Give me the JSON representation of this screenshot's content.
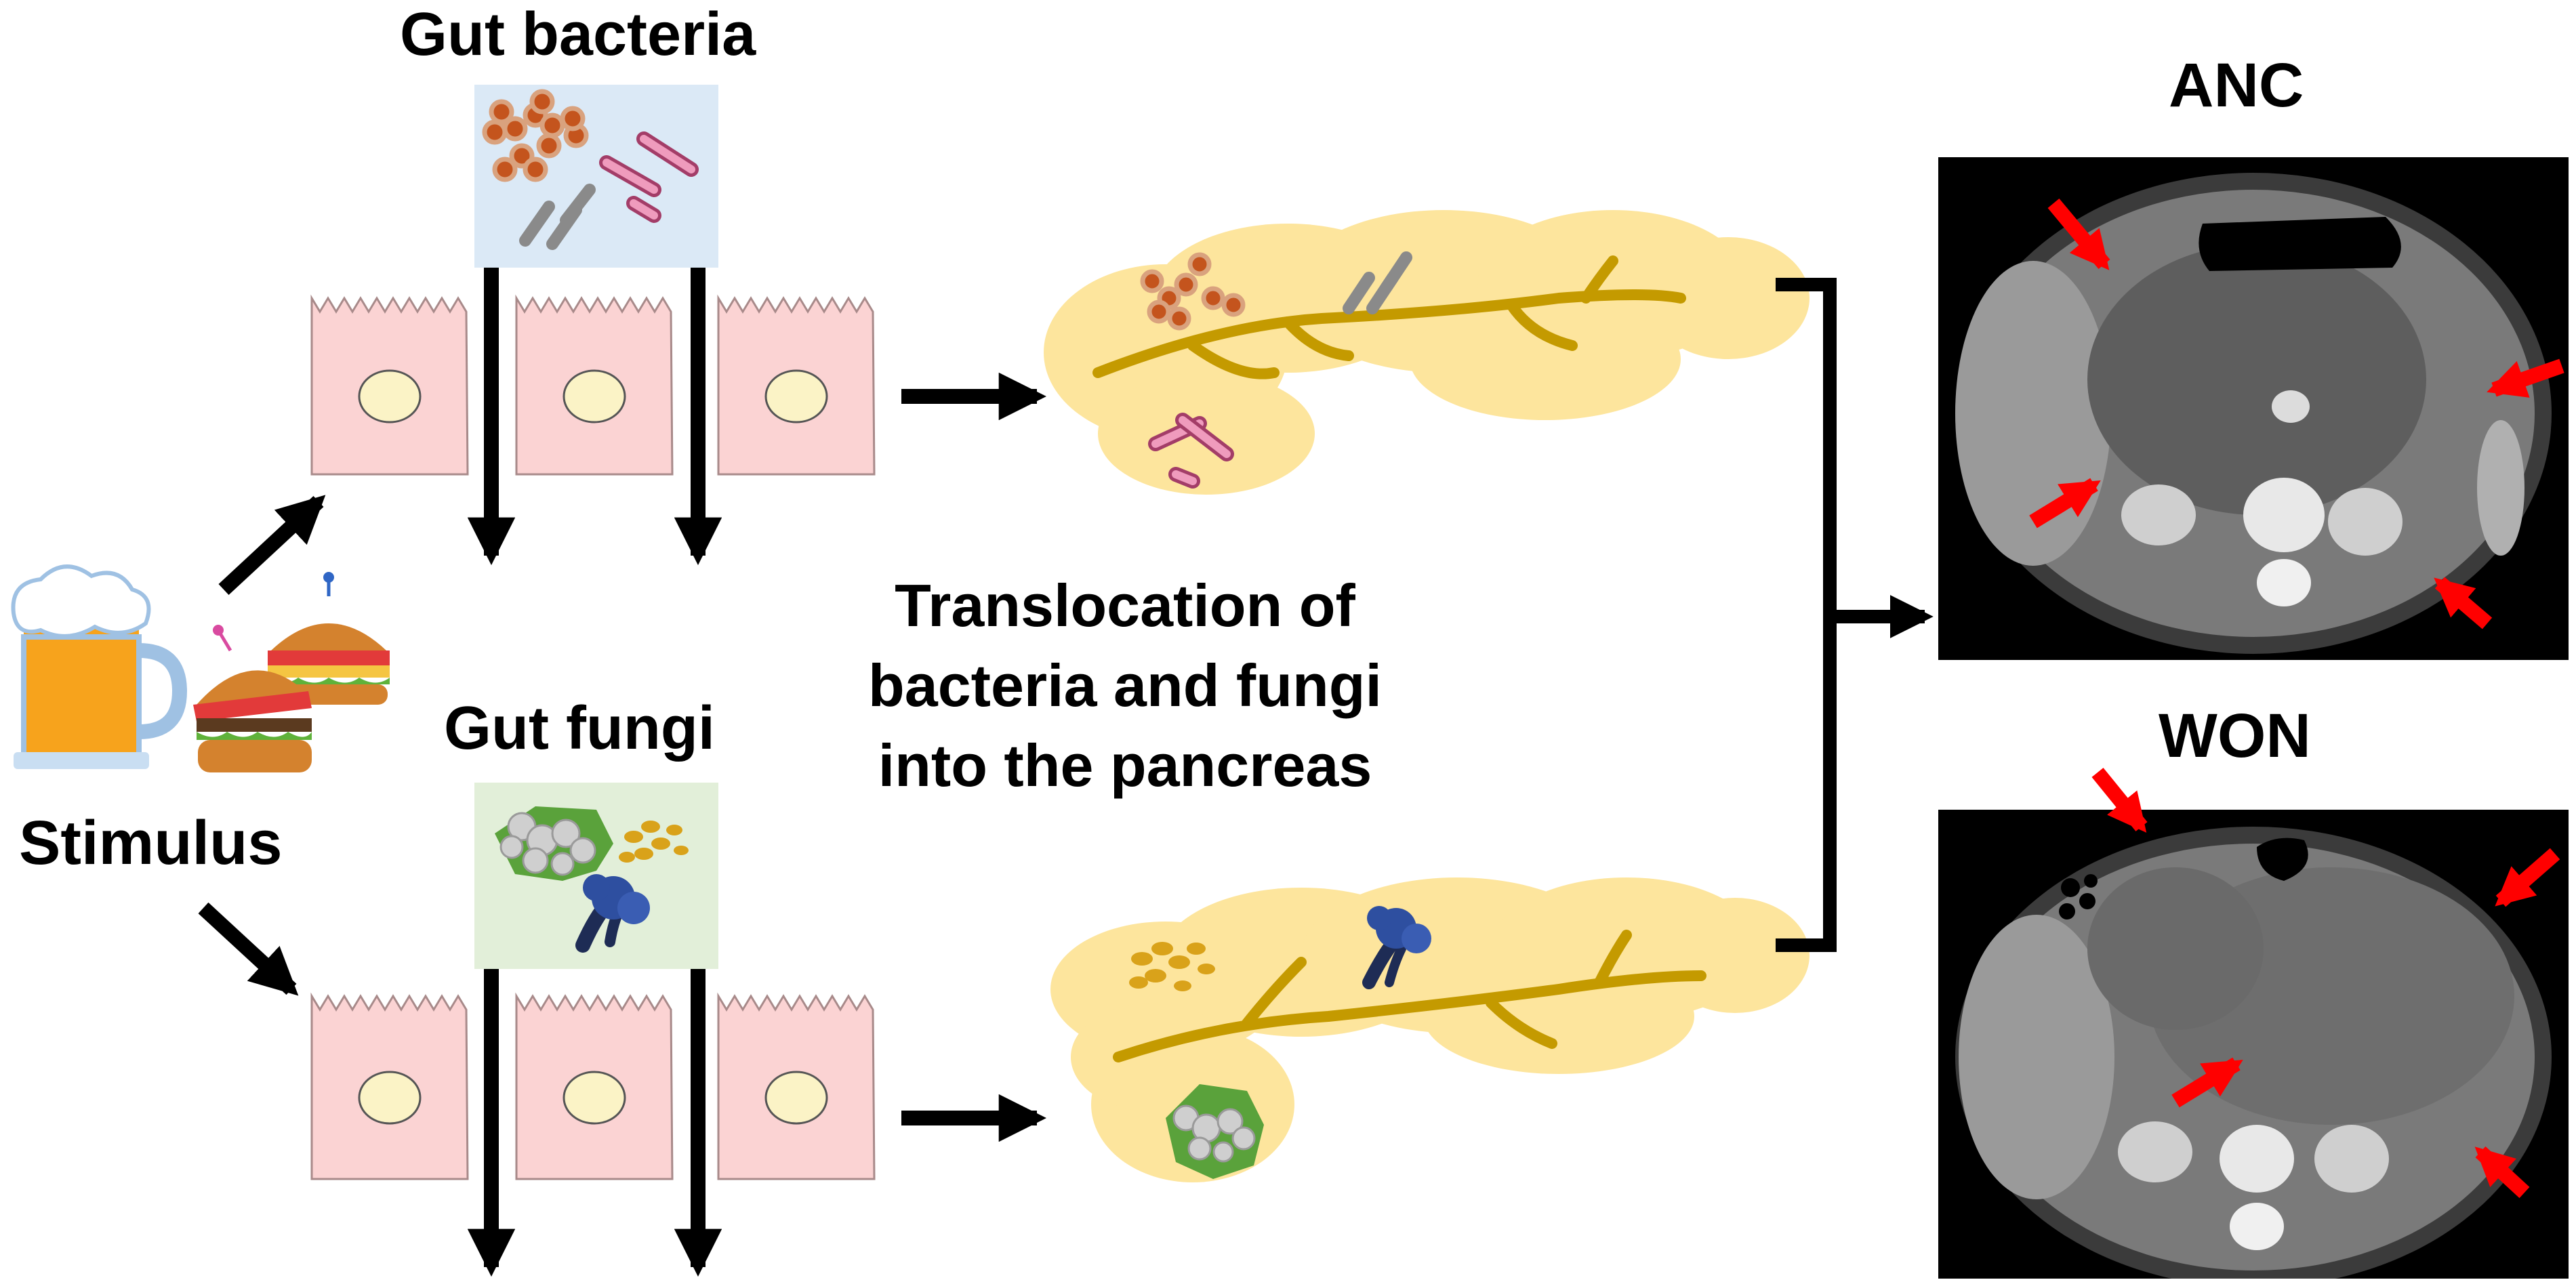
{
  "labels": {
    "gut_bacteria": "Gut bacteria",
    "gut_fungi": "Gut fungi",
    "stimulus": "Stimulus",
    "translocation_lines": [
      "Translocation of",
      "bacteria and fungi",
      "into the pancreas"
    ],
    "anc": "ANC",
    "won": "WON"
  },
  "colors": {
    "bacteria_panel": "#dbe9f6",
    "fungi_panel": "#e2efd9",
    "epithelial_cell": "#fbd3d3",
    "cell_outline": "#a88a8a",
    "nucleus": "#fbf3c6",
    "pancreas": "#fde59d",
    "duct": "#c49a00",
    "red_arrow": "#ff0000",
    "black": "#000000"
  },
  "icons": [
    "beer-mug-icon",
    "hamburger-icon",
    "cocci-bacteria-icon",
    "rod-bacteria-icon",
    "yeast-icon",
    "mold-icon"
  ]
}
